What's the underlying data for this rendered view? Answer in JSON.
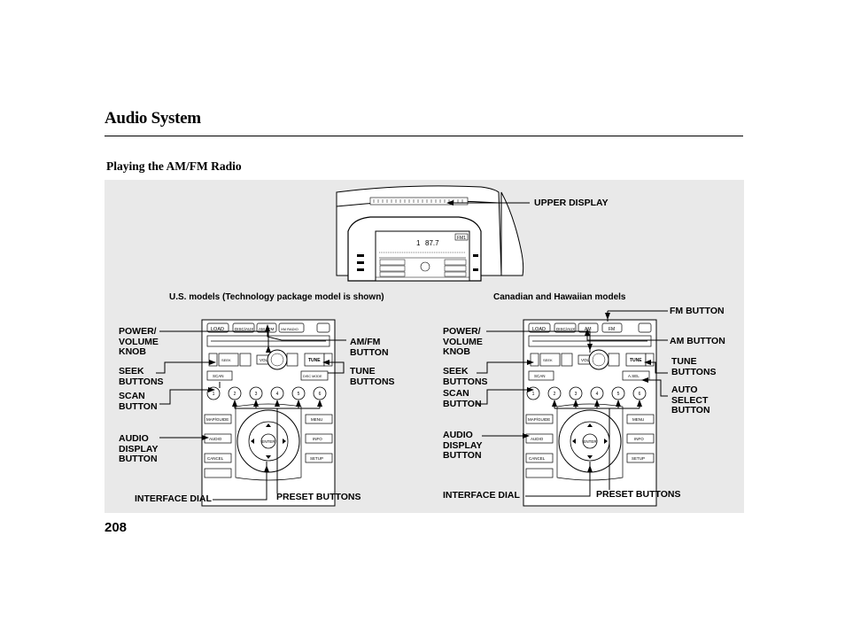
{
  "header": {
    "title": "Audio System",
    "subtitle": "Playing the AM/FM Radio"
  },
  "page_number": "208",
  "figure": {
    "upper_display_label": "UPPER DISPLAY",
    "upper_display": {
      "station": "1",
      "frequency": "87.7",
      "band_badge": "FM1"
    },
    "us_caption": "U.S. models (Technology package model is shown)",
    "canada_caption": "Canadian and Hawaiian models",
    "us_callouts": {
      "power_volume_knob": "POWER/\nVOLUME\nKNOB",
      "am_fm_button": "AM/FM\nBUTTON",
      "seek_buttons": "SEEK\nBUTTONS",
      "tune_buttons": "TUNE\nBUTTONS",
      "scan_button": "SCAN\nBUTTON",
      "audio_display_button": "AUDIO\nDISPLAY\nBUTTON",
      "interface_dial": "INTERFACE DIAL",
      "preset_buttons": "PRESET BUTTONS"
    },
    "ca_callouts": {
      "fm_button": "FM BUTTON",
      "am_button": "AM BUTTON",
      "power_volume_knob": "POWER/\nVOLUME\nKNOB",
      "seek_buttons": "SEEK\nBUTTONS",
      "tune_buttons": "TUNE\nBUTTONS",
      "scan_button": "SCAN\nBUTTON",
      "auto_select_button": "AUTO\nSELECT\nBUTTON",
      "audio_display_button": "AUDIO\nDISPLAY\nBUTTON",
      "interface_dial": "INTERFACE DIAL",
      "preset_buttons": "PRESET BUTTONS"
    },
    "us_unit_labels": {
      "load": "LOAD",
      "disc_aux": "DISC/AUX",
      "am_fm": "AM · FM",
      "xm": "XM RADIO",
      "tune": "TUNE",
      "map_guide": "MAP/GUIDE",
      "audio": "AUDIO",
      "menu": "MENU",
      "info": "INFO",
      "cancel": "CANCEL",
      "setup": "SETUP",
      "enter": "ENTER",
      "seek": "SEEK",
      "scan": "SCAN",
      "vol": "VOL",
      "disc_mode": "DISC MODE",
      "presets": [
        "1",
        "2",
        "3",
        "4",
        "5",
        "6"
      ]
    },
    "ca_unit_labels": {
      "load": "LOAD",
      "disc_aux": "DISC/AUX",
      "am": "AM",
      "fm": "FM",
      "tune": "TUNE",
      "map_guide": "MAP/GUIDE",
      "audio": "AUDIO",
      "menu": "MENU",
      "info": "INFO",
      "cancel": "CANCEL",
      "setup": "SETUP",
      "enter": "ENTER",
      "seek": "SEEK",
      "scan": "SCAN",
      "vol": "VOL",
      "a_sel": "A.SEL",
      "presets": [
        "1",
        "2",
        "3",
        "4",
        "5",
        "6"
      ]
    }
  }
}
